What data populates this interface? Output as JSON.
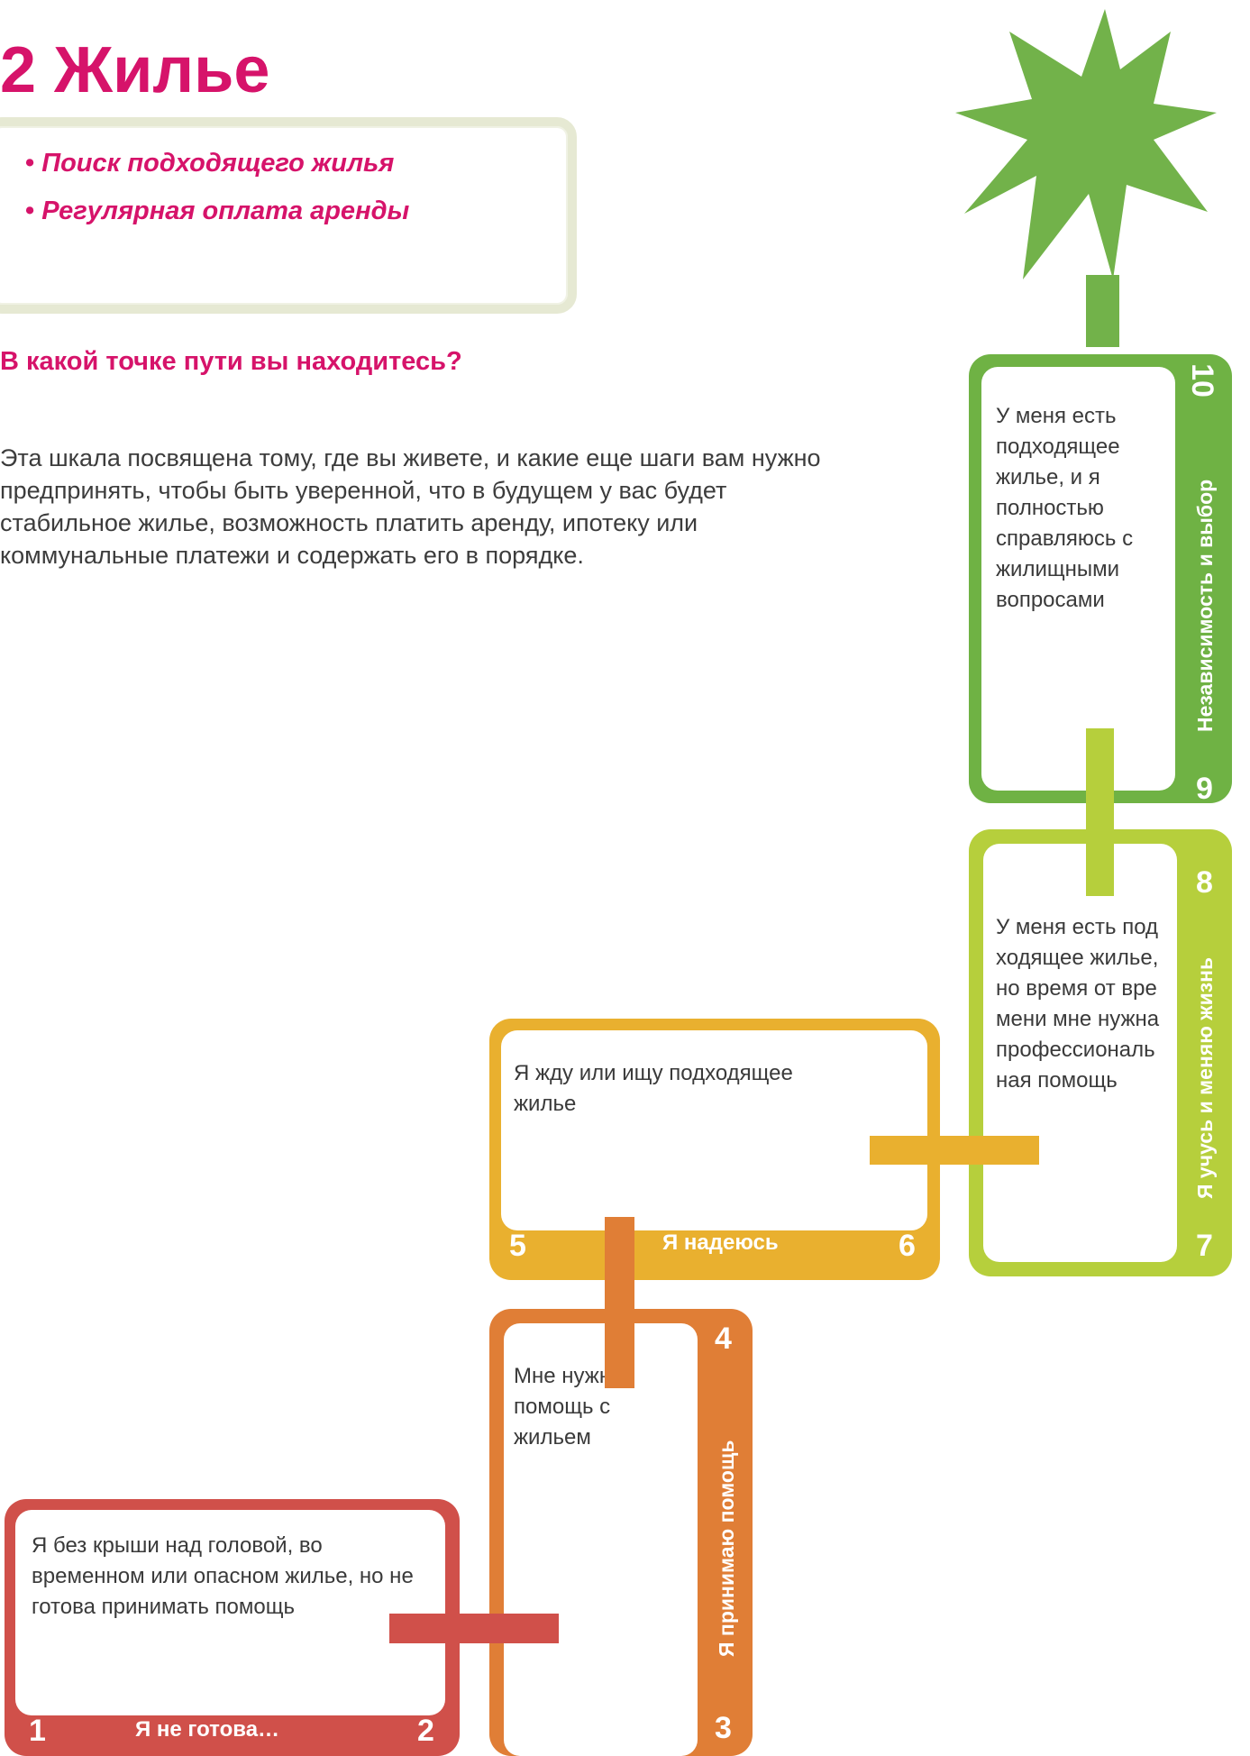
{
  "header": {
    "title": "2 Жилье",
    "goals": [
      "Поиск подходящего жилья",
      "Регулярная оплата аренды"
    ],
    "question": "В какой точке пути вы находитесь?",
    "intro": "Эта шкала посвящена тому, где вы живете, и какие еще шаги вам нужно предпринять, чтобы быть уверенной, что в будущем у вас будет стабильное жилье, возможность платить аренду, ипотеку или коммунальные платежи и содержать его в порядке."
  },
  "colors": {
    "title": "#d6136a",
    "stage1": "#d0504a",
    "stage2": "#e07e36",
    "stage3": "#e9b02f",
    "stage4": "#b6cf3c",
    "stage5": "#6fb244",
    "star": "#72b24a"
  },
  "stages": [
    {
      "id": "stage-1",
      "label": "Я не готова…",
      "num_start": "1",
      "num_end": "2",
      "text": "Я без крыши над головой, во временном или опасном жилье, но не готова принимать помощь"
    },
    {
      "id": "stage-2",
      "label": "Я принимаю помощь",
      "num_start": "3",
      "num_end": "4",
      "text": "Мне нужна помощь с жильем"
    },
    {
      "id": "stage-3",
      "label": "Я надеюсь",
      "num_start": "5",
      "num_end": "6",
      "text": "Я жду или ищу подходящее жилье"
    },
    {
      "id": "stage-4",
      "label": "Я учусь и меняю жизнь",
      "num_start": "7",
      "num_end": "8",
      "text": "У меня есть подходящее жилье, но время от времени мне нужна профессиональная помощь"
    },
    {
      "id": "stage-5",
      "label": "Независимость и выбор",
      "num_start": "9",
      "num_end": "10",
      "text": "У меня есть подходящее жилье, и я полностью справляюсь с жилищными вопросами"
    }
  ]
}
